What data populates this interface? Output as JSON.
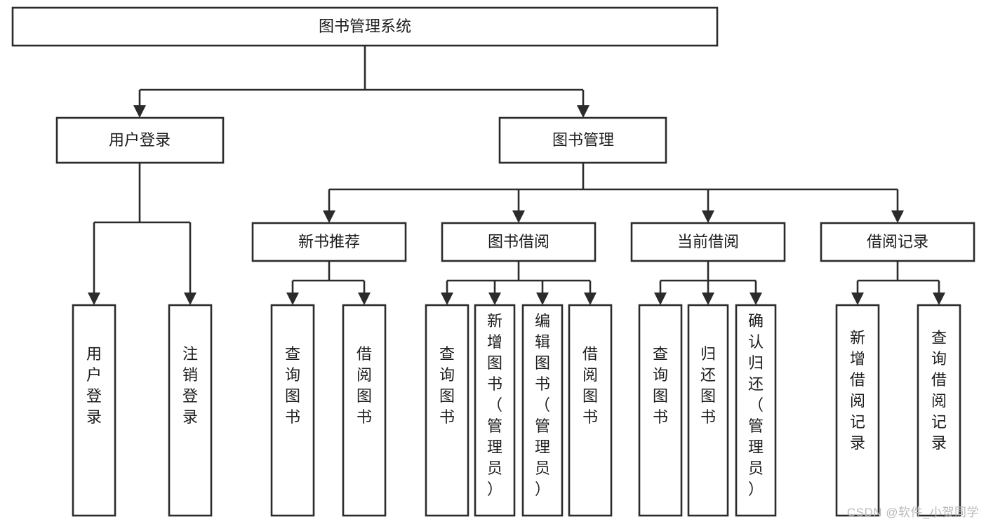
{
  "diagram": {
    "type": "tree-hierarchy-chart",
    "title": "图书管理系统",
    "watermark": "CSDN @软件_小贺同学",
    "colors": {
      "background": "#ffffff",
      "stroke": "#2b2b2b",
      "text": "#1d1d1d",
      "watermark": "#b9b9b9"
    },
    "levels": {
      "level0": [
        {
          "id": "root",
          "label": "图书管理系统",
          "orientation": "horizontal"
        }
      ],
      "level1": [
        {
          "id": "user-login",
          "label": "用户登录",
          "orientation": "horizontal"
        },
        {
          "id": "book-manage",
          "label": "图书管理",
          "orientation": "horizontal"
        }
      ],
      "level2": [
        {
          "id": "new-book-rec",
          "label": "新书推荐",
          "orientation": "horizontal",
          "parent": "book-manage"
        },
        {
          "id": "book-borrow",
          "label": "图书借阅",
          "orientation": "horizontal",
          "parent": "book-manage"
        },
        {
          "id": "current-borrow",
          "label": "当前借阅",
          "orientation": "horizontal",
          "parent": "book-manage"
        },
        {
          "id": "borrow-record",
          "label": "借阅记录",
          "orientation": "horizontal",
          "parent": "book-manage"
        }
      ],
      "level3": [
        {
          "id": "leaf-user-login",
          "label": "用户登录",
          "orientation": "vertical",
          "parent": "user-login"
        },
        {
          "id": "leaf-user-logout",
          "label": "注销登录",
          "orientation": "vertical",
          "parent": "user-login"
        },
        {
          "id": "leaf-query-book-1",
          "label": "查询图书",
          "orientation": "vertical",
          "parent": "new-book-rec"
        },
        {
          "id": "leaf-borrow-book-1",
          "label": "借阅图书",
          "orientation": "vertical",
          "parent": "new-book-rec"
        },
        {
          "id": "leaf-query-book-2",
          "label": "查询图书",
          "orientation": "vertical",
          "parent": "book-borrow"
        },
        {
          "id": "leaf-add-book",
          "label": "新增图书（管理员）",
          "orientation": "vertical",
          "parent": "book-borrow"
        },
        {
          "id": "leaf-edit-book",
          "label": "编辑图书（管理员）",
          "orientation": "vertical",
          "parent": "book-borrow"
        },
        {
          "id": "leaf-borrow-book-2",
          "label": "借阅图书",
          "orientation": "vertical",
          "parent": "book-borrow"
        },
        {
          "id": "leaf-query-book-3",
          "label": "查询图书",
          "orientation": "vertical",
          "parent": "current-borrow"
        },
        {
          "id": "leaf-return-book",
          "label": "归还图书",
          "orientation": "vertical",
          "parent": "current-borrow"
        },
        {
          "id": "leaf-confirm-return",
          "label": "确认归还（管理员）",
          "orientation": "vertical",
          "parent": "current-borrow"
        },
        {
          "id": "leaf-add-record",
          "label": "新增借阅记录",
          "orientation": "vertical",
          "parent": "borrow-record"
        },
        {
          "id": "leaf-query-record",
          "label": "查询借阅记录",
          "orientation": "vertical",
          "parent": "borrow-record"
        }
      ]
    }
  }
}
